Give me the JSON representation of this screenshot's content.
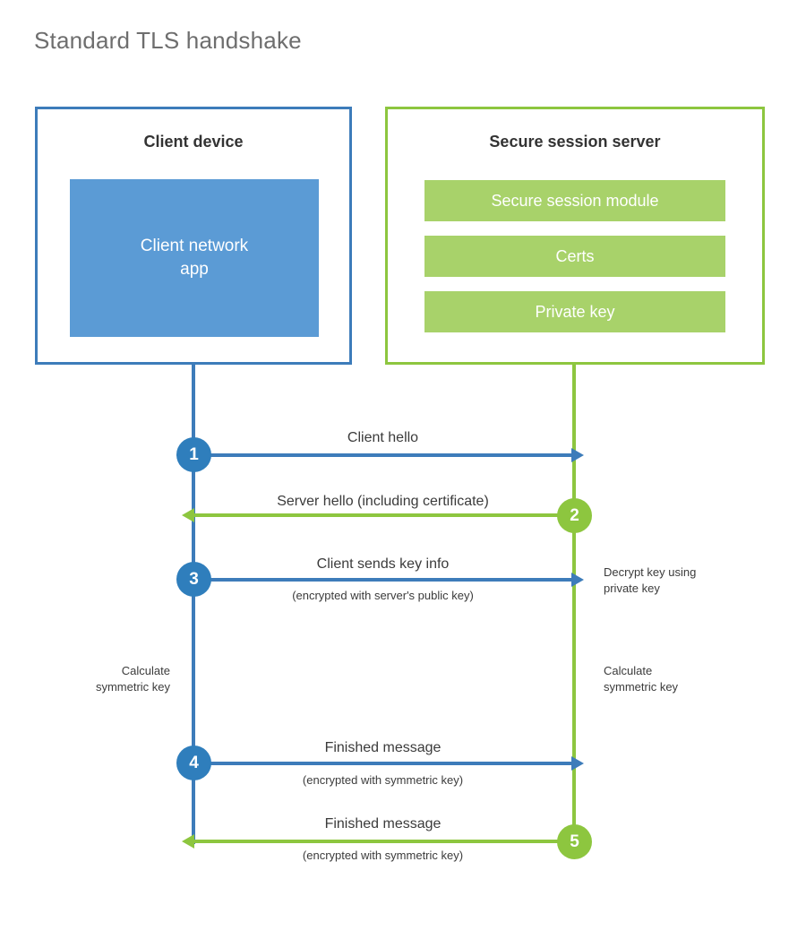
{
  "title": "Standard TLS handshake",
  "colors": {
    "client_blue": "#3d7cba",
    "client_app_fill": "#5b9bd5",
    "server_green": "#8dc63f",
    "server_bar_fill": "#a8d26a",
    "step_blue": "#2f7ebc",
    "title_gray": "#6e6e6e",
    "text": "#3b3b3b",
    "background": "#ffffff"
  },
  "client_panel": {
    "title": "Client device",
    "app_label": "Client network\napp",
    "app_label_line1": "Client network",
    "app_label_line2": "app"
  },
  "server_panel": {
    "title": "Secure session server",
    "bars": [
      {
        "label": "Secure session module"
      },
      {
        "label": "Certs"
      },
      {
        "label": "Private key"
      }
    ]
  },
  "lifelines": {
    "client_name": "Client device lifeline",
    "server_name": "Secure session server lifeline"
  },
  "steps": [
    {
      "number": "1",
      "direction": "client-to-server",
      "color": "blue",
      "label": "Client hello",
      "sublabel": ""
    },
    {
      "number": "2",
      "direction": "server-to-client",
      "color": "green",
      "label": "Server hello (including certificate)",
      "sublabel": ""
    },
    {
      "number": "3",
      "direction": "client-to-server",
      "color": "blue",
      "label": "Client sends key info",
      "sublabel": "(encrypted with server's public key)"
    },
    {
      "number": "4",
      "direction": "client-to-server",
      "color": "blue",
      "label": "Finished message",
      "sublabel": "(encrypted with symmetric key)"
    },
    {
      "number": "5",
      "direction": "server-to-client",
      "color": "green",
      "label": "Finished message",
      "sublabel": "(encrypted with symmetric key)"
    }
  ],
  "notes": {
    "decrypt": {
      "line1": "Decrypt key using",
      "line2": "private key"
    },
    "client_calc": {
      "line1": "Calculate",
      "line2": "symmetric key"
    },
    "server_calc": {
      "line1": "Calculate",
      "line2": "symmetric key"
    }
  }
}
